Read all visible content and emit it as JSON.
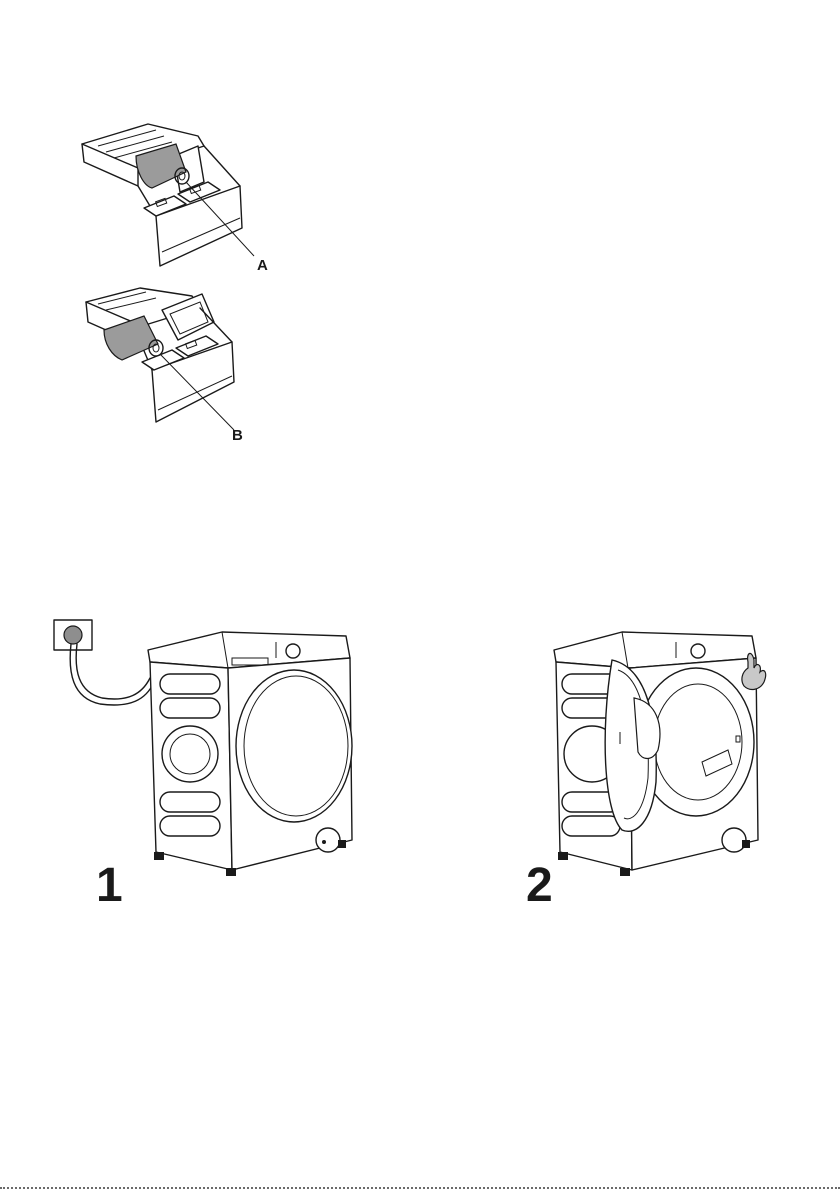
{
  "callouts": {
    "a": "A",
    "b": "B"
  },
  "steps": [
    {
      "number": "1"
    },
    {
      "number": "2"
    }
  ],
  "colors": {
    "ink": "#1a1a1a",
    "siphon_grey": "#9b9b9b",
    "plug_grey": "#8e8e8e",
    "hand_grey": "#c8c8c8"
  }
}
